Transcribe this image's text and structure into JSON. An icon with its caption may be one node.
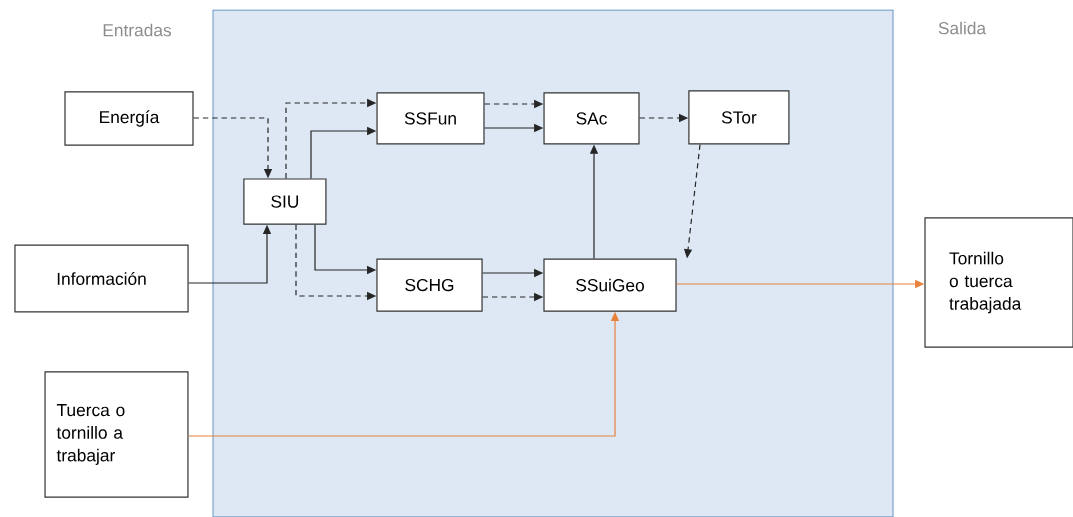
{
  "diagram": {
    "nodes": [
      {
        "text": [],
        "shape": "box"
      },
      {
        "text": [
          "Energía"
        ]
      },
      {
        "text": [
          "Información"
        ]
      },
      {
        "text": [
          "Tuerca o tornillo a trabajar"
        ]
      },
      {
        "text": [
          "SIU"
        ],
        "in": 0
      },
      {
        "text": [
          "SSFun"
        ],
        "in": 0
      },
      {
        "text": [
          "SAc"
        ],
        "in": 0
      },
      {
        "text": [
          "STor"
        ],
        "in": 0
      },
      {
        "text": [
          "SCHG"
        ],
        "in": 0
      },
      {
        "text": [
          "SSuiGeo"
        ],
        "in": 0
      },
      {
        "text": [
          "Tornillo o tuerca trabajada"
        ]
      }
    ],
    "edges": [
      {
        "from": 1,
        "to": 4,
        "arrow": "to",
        "style": "dashed"
      },
      {
        "from": 2,
        "to": 4,
        "arrow": "to"
      },
      {
        "from": 4,
        "to": 5,
        "arrow": "to",
        "style": "dashed"
      },
      {
        "from": 4,
        "to": 5,
        "arrow": "to"
      },
      {
        "from": 4,
        "to": 8,
        "arrow": "to"
      },
      {
        "from": 4,
        "to": 8,
        "arrow": "to",
        "style": "dashed"
      },
      {
        "from": 5,
        "to": 6,
        "arrow": "to",
        "style": "dashed"
      },
      {
        "from": 5,
        "to": 6,
        "arrow": "to"
      },
      {
        "from": 8,
        "to": 9,
        "arrow": "to"
      },
      {
        "from": 8,
        "to": 9,
        "arrow": "to",
        "style": "dashed"
      },
      {
        "from": 6,
        "to": 7,
        "arrow": "to",
        "style": "dashed"
      },
      {
        "from": 7,
        "to": 9,
        "arrow": "to",
        "style": "dashed"
      },
      {
        "from": 9,
        "to": 6,
        "arrow": "to"
      },
      {
        "from": 9,
        "to": 10,
        "arrow": "to",
        "color": "#e8823a"
      },
      {
        "from": 3,
        "to": 9,
        "arrow": "to",
        "color": "#e8823a"
      }
    ],
    "labels": [
      "Entradas",
      "Salida"
    ]
  }
}
